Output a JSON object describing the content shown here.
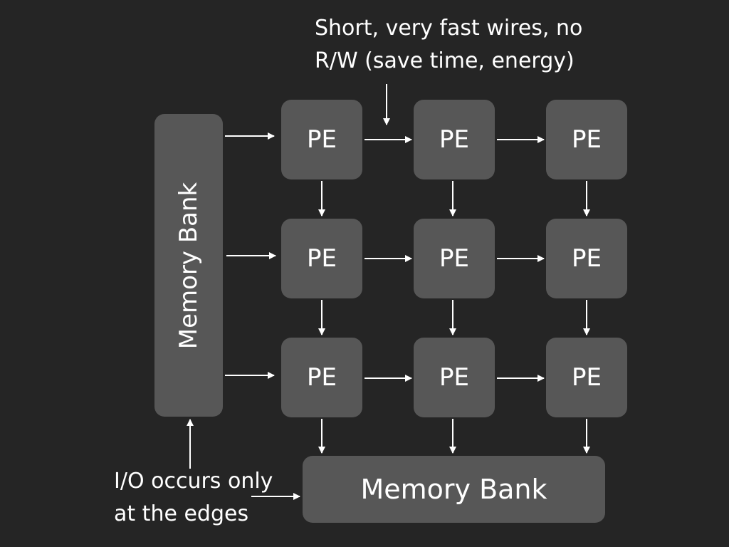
{
  "annotations": {
    "top_line1": "Short, very fast wires, no",
    "top_line2": "R/W (save time, energy)",
    "bottom_line1": "I/O occurs only",
    "bottom_line2": "at the edges"
  },
  "left_memory_bank": "Memory Bank",
  "bottom_memory_bank": "Memory Bank",
  "pe_grid": [
    [
      "PE",
      "PE",
      "PE"
    ],
    [
      "PE",
      "PE",
      "PE"
    ],
    [
      "PE",
      "PE",
      "PE"
    ]
  ],
  "colors": {
    "background": "#252525",
    "box": "#575757",
    "text": "#ffffff",
    "arrow": "#ffffff"
  }
}
